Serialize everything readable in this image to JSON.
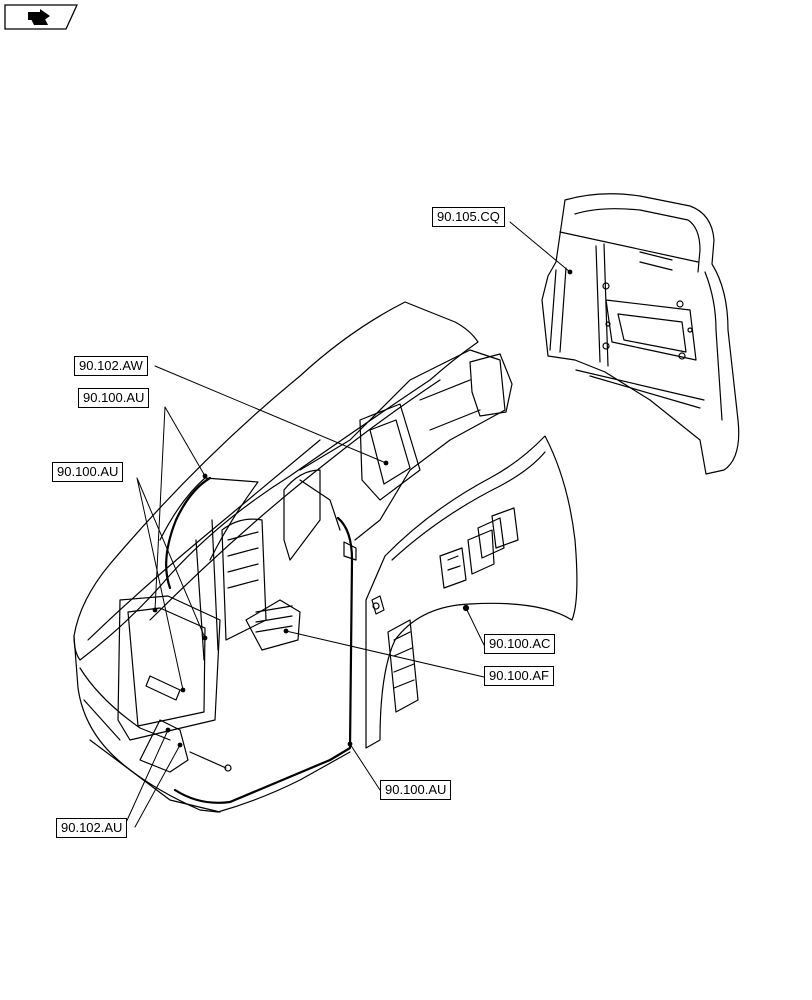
{
  "nav": {
    "icon": "navigate-back-icon"
  },
  "callouts": {
    "rear_panel": "90.105.CQ",
    "hood_top": "90.102.AW",
    "hood_seal_upper": "90.100.AU",
    "hood_seal_left": "90.100.AU",
    "side_panel": "90.100.AC",
    "grille_support": "90.100.AF",
    "hood_seal_lower": "90.100.AU",
    "hood_latch": "90.102.AU"
  }
}
